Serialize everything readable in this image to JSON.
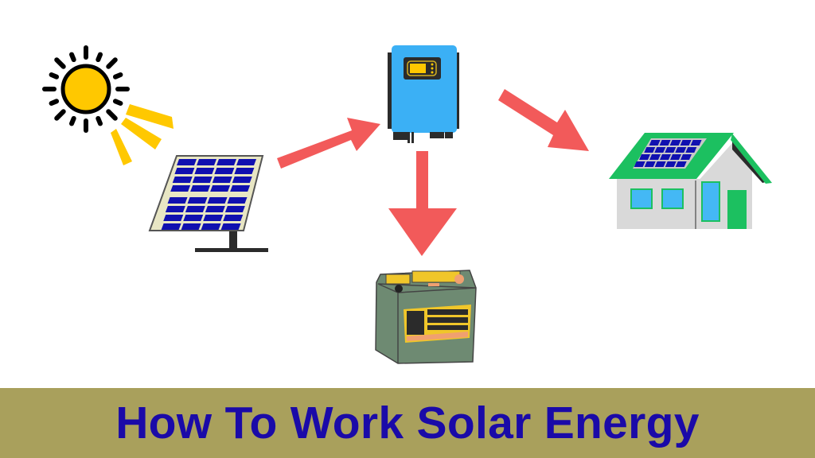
{
  "title": "How To Work Solar Energy",
  "nodes": [
    {
      "id": "sun",
      "icon": "sun-icon"
    },
    {
      "id": "solar-panel",
      "icon": "solar-panel-icon"
    },
    {
      "id": "inverter",
      "icon": "inverter-icon"
    },
    {
      "id": "battery",
      "icon": "battery-icon"
    },
    {
      "id": "house",
      "icon": "house-icon"
    }
  ],
  "edges": [
    {
      "from": "solar-panel",
      "to": "inverter"
    },
    {
      "from": "inverter",
      "to": "house"
    },
    {
      "from": "inverter",
      "to": "battery"
    }
  ],
  "colors": {
    "arrow": "#f25a5a",
    "banner": "#a9a05c",
    "title_text": "#1a0aa8",
    "sun": "#ffc800",
    "panel_cells": "#1010b0",
    "inverter": "#3bb0f5",
    "roof": "#1cc060",
    "battery": "#6e8a72"
  }
}
